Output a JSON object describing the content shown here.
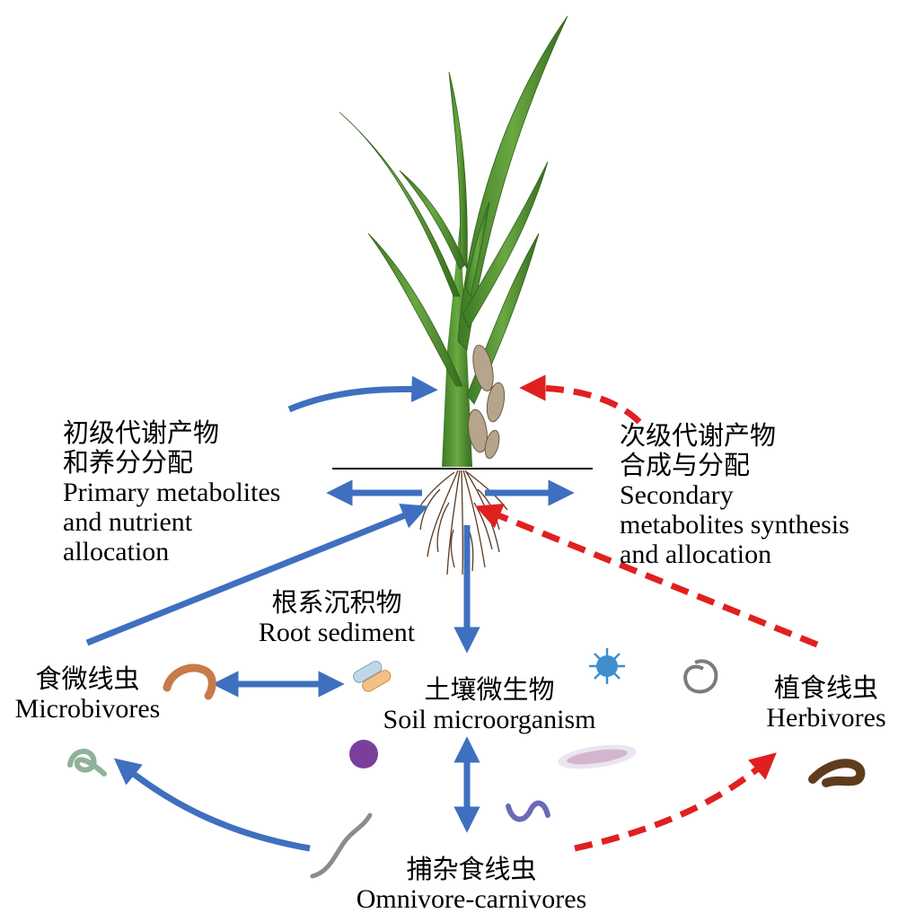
{
  "colors": {
    "blue_arrow": "#3f6fbf",
    "red_arrow": "#e02020",
    "leaf": "#4f8f2f",
    "root": "#5a3a22"
  },
  "labels": {
    "primary": {
      "cn_line1": "初级代谢产物",
      "cn_line2": "和养分分配",
      "en_line1": "Primary metabolites",
      "en_line2": "and nutrient",
      "en_line3": "allocation"
    },
    "secondary": {
      "cn_line1": "次级代谢产物",
      "cn_line2": "合成与分配",
      "en_line1": "Secondary",
      "en_line2": "metabolites synthesis",
      "en_line3": "and allocation"
    },
    "root_sediment": {
      "cn": "根系沉积物",
      "en": "Root sediment"
    },
    "microbivores": {
      "cn": "食微线虫",
      "en": "Microbivores"
    },
    "soil_microorganism": {
      "cn": "土壤微生物",
      "en": "Soil microorganism"
    },
    "herbivores": {
      "cn": "植食线虫",
      "en": "Herbivores"
    },
    "omnivores": {
      "cn": "捕杂食线虫",
      "en": "Omnivore-carnivores"
    }
  },
  "icons": [
    "plant-illustration",
    "nematode-icon",
    "bacteria-icon",
    "virus-icon",
    "spiral-icon",
    "fungus-icon"
  ]
}
